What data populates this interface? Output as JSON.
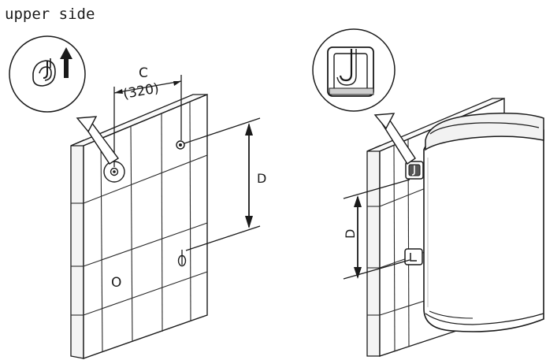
{
  "labels": {
    "upper_side": "upper side",
    "c": "C",
    "c_value": "(320)",
    "d_left": "D",
    "d_right": "D",
    "o_mark": "O"
  },
  "icons": {
    "hook_detail_left": "hook-arrow-up-icon",
    "hook_detail_right": "hook-bracket-icon"
  }
}
